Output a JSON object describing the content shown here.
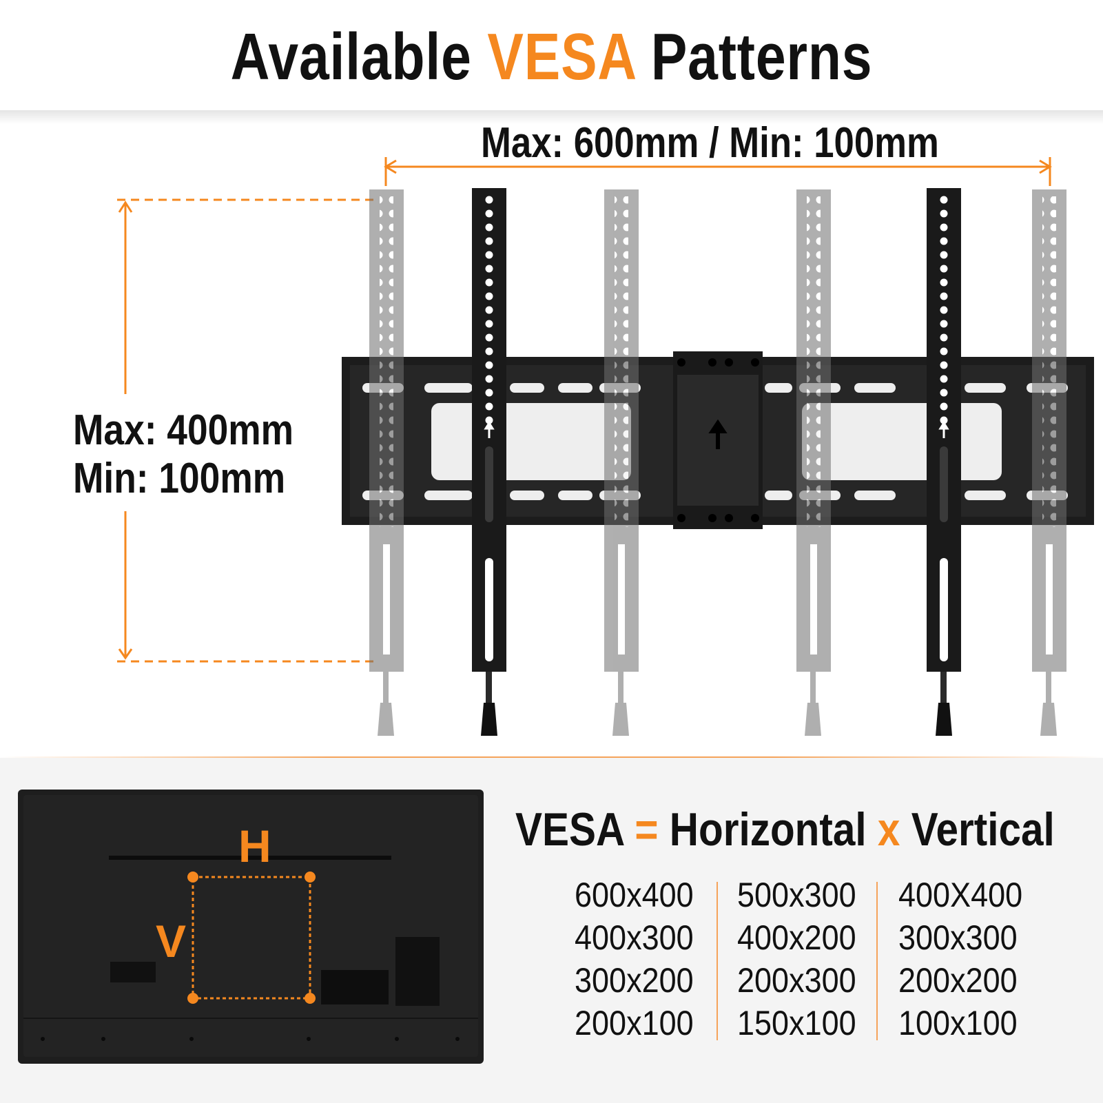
{
  "title": {
    "prefix": "Available ",
    "accent": "VESA",
    "suffix": " Patterns"
  },
  "dimensions": {
    "horizontal": "Max: 600mm / Min: 100mm",
    "vertical_max": "Max: 400mm",
    "vertical_min": "Min: 100mm"
  },
  "tv": {
    "h_label": "H",
    "v_label": "V"
  },
  "formula": {
    "vesa": "VESA",
    "eq": "=",
    "horizontal": "Horizontal",
    "x": "x",
    "vertical": "Vertical"
  },
  "patterns": {
    "col1": [
      "600x400",
      "400x300",
      "300x200",
      "200x100"
    ],
    "col2": [
      "500x300",
      "400x200",
      "200x300",
      "150x100"
    ],
    "col3": [
      "400X400",
      "300x300",
      "200x200",
      "100x100"
    ]
  },
  "colors": {
    "accent": "#f5881f",
    "text": "#111111",
    "bracket": "#1a1a1a",
    "ghost": "#9a9a9a"
  }
}
